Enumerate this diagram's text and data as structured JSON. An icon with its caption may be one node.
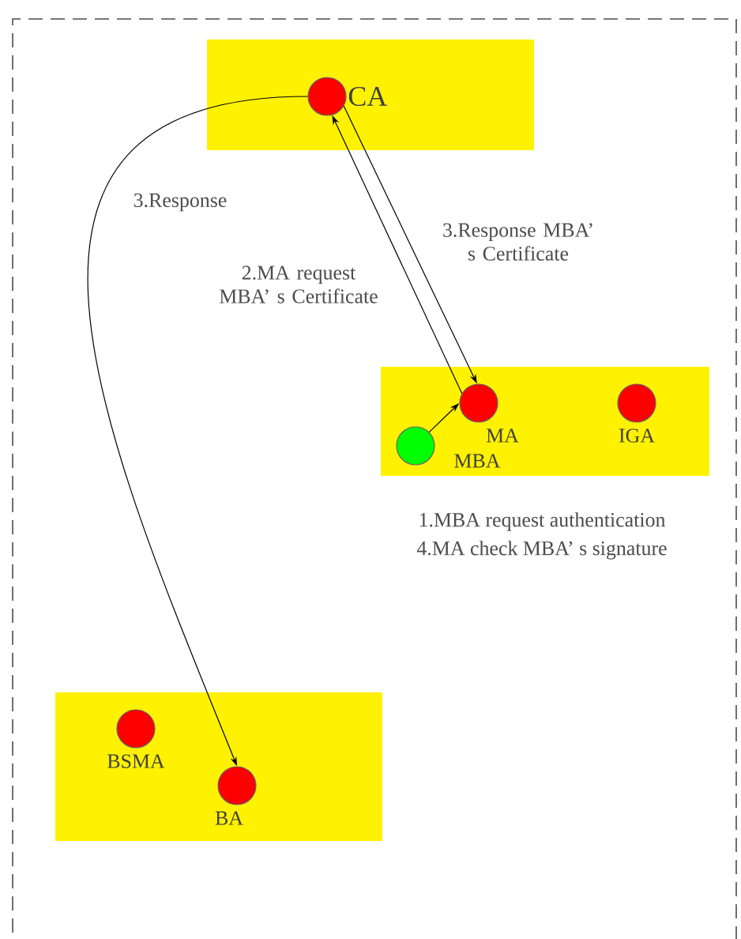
{
  "diagram": {
    "nodes": [
      {
        "text": [],
        "shape": "box"
      },
      {
        "text": [
          "CA"
        ],
        "in": 0
      },
      {
        "text": [],
        "shape": "box"
      },
      {
        "text": [
          "MA"
        ],
        "in": 2
      },
      {
        "text": [
          "IGA"
        ],
        "in": 2
      },
      {
        "text": [
          "MBA"
        ],
        "in": 2
      },
      {
        "text": [],
        "shape": "box"
      },
      {
        "text": [
          "BSMA"
        ],
        "in": 6
      },
      {
        "text": [
          "BA"
        ],
        "in": 6
      }
    ],
    "edges": [
      {
        "from": 5,
        "to": 3,
        "arrow": "to"
      },
      {
        "from": 3,
        "to": 1,
        "arrow": "to",
        "label": "2.MA request MBA’ s Certificate"
      },
      {
        "from": 1,
        "to": 3,
        "arrow": "to",
        "label": "3.Response MBA’ s Certificate"
      },
      {
        "from": 1,
        "to": 8,
        "arrow": "to",
        "label": "3.Response"
      }
    ],
    "labels": [
      "1.MBA request authentication",
      "4.MA check MBA’ s signature"
    ]
  }
}
